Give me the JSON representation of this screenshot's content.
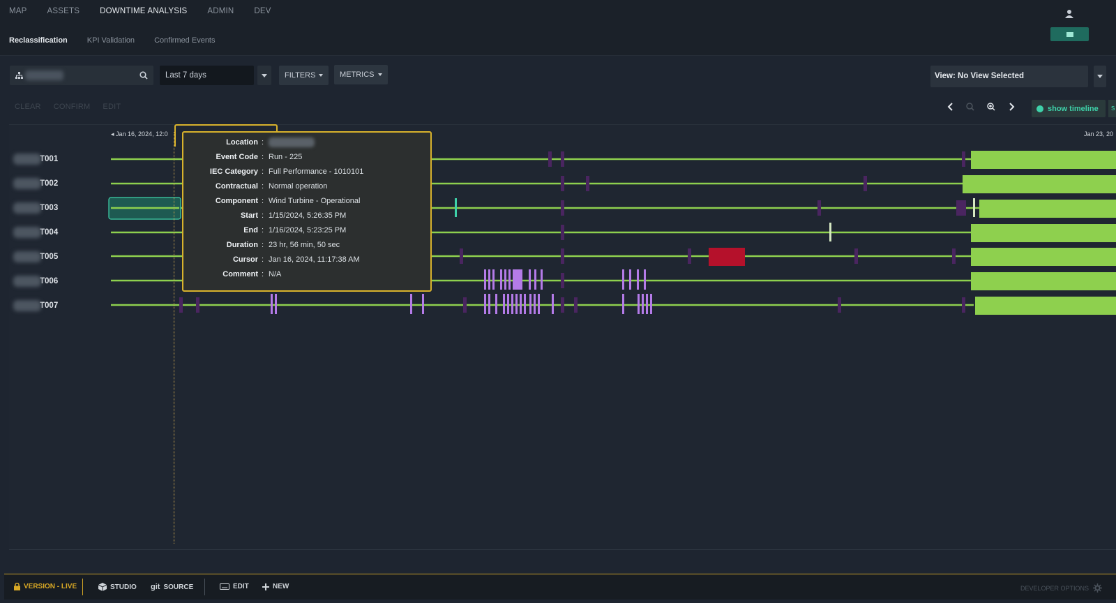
{
  "nav": {
    "main": [
      "MAP",
      "ASSETS",
      "DOWNTIME ANALYSIS",
      "ADMIN",
      "DEV"
    ],
    "active_main": "DOWNTIME ANALYSIS",
    "sub": [
      "Reclassification",
      "KPI Validation",
      "Confirmed Events"
    ],
    "active_sub": "Reclassification"
  },
  "toolbar": {
    "date_range": "Last 7 days",
    "filters_label": "FILTERS",
    "metrics_label": "METRICS",
    "view_label": "View: No View Selected"
  },
  "actions": [
    "CLEAR",
    "CONFIRM",
    "EDIT"
  ],
  "timeline_toggle": "show timeline",
  "timeline_toggle_edge": "s",
  "timeline": {
    "start_label": "Jan 16, 2024, 12:0",
    "end_label": "Jan 23, 20",
    "rows": [
      "T001",
      "T002",
      "T003",
      "T004",
      "T005",
      "T006",
      "T007"
    ]
  },
  "tooltip": {
    "fields": [
      {
        "key": "Location",
        "value": ""
      },
      {
        "key": "Event Code",
        "value": "Run - 225"
      },
      {
        "key": "IEC Category",
        "value": "Full Performance - 1010101"
      },
      {
        "key": "Contractual",
        "value": "Normal operation"
      },
      {
        "key": "Component",
        "value": "Wind Turbine - Operational"
      },
      {
        "key": "Start",
        "value": "1/15/2024, 5:26:35 PM"
      },
      {
        "key": "End",
        "value": "1/16/2024, 5:23:25 PM"
      },
      {
        "key": "Duration",
        "value": "23 hr, 56 min, 50 sec"
      },
      {
        "key": "Cursor",
        "value": "Jan 16, 2024, 11:17:38 AM"
      },
      {
        "key": "Comment",
        "value": "N/A"
      }
    ]
  },
  "footer": {
    "version": "VERSION - LIVE",
    "studio": "STUDIO",
    "source": "SOURCE",
    "edit": "EDIT",
    "new": "NEW",
    "developer_options": "DEVELOPER OPTIONS"
  },
  "colors": {
    "run_line": "#8ed04e",
    "event_purple": "#b47be8",
    "event_dark": "#4a2560",
    "fault_red": "#b5112b",
    "accent_teal": "#3ed1a9",
    "highlight_gold": "#d8b22c"
  }
}
